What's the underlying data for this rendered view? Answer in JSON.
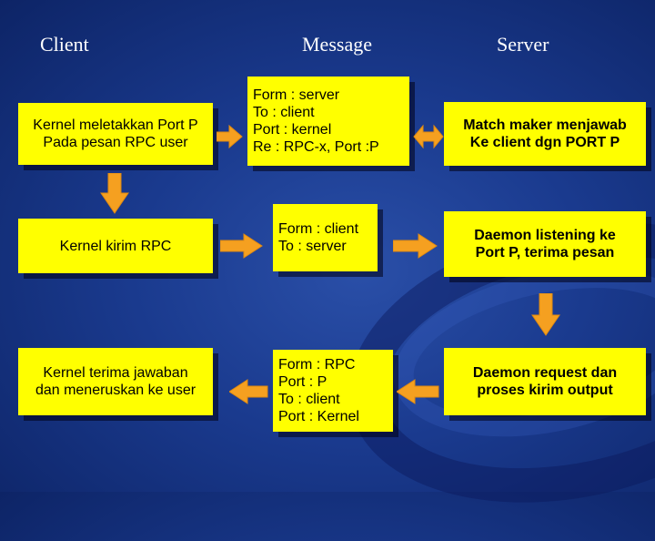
{
  "headers": {
    "client": "Client",
    "message": "Message",
    "server": "Server"
  },
  "client": {
    "step1": "Kernel meletakkan Port P\nPada pesan RPC user",
    "step2": "Kernel kirim RPC",
    "step3": "Kernel terima jawaban\ndan meneruskan ke user"
  },
  "message": {
    "msg1": "Form : server\nTo : client\nPort : kernel\nRe : RPC-x, Port :P",
    "msg2": "Form : client\nTo : server",
    "msg3": "Form : RPC\nPort : P\nTo : client\nPort : Kernel"
  },
  "server": {
    "step1": "Match maker menjawab\nKe client dgn PORT P",
    "step2": "Daemon listening ke\nPort P, terima pesan",
    "step3": "Daemon  request dan\nproses kirim output"
  },
  "colors": {
    "box": "#ffff00",
    "arrow": "#f5a020",
    "background": "#1a3a8e"
  }
}
